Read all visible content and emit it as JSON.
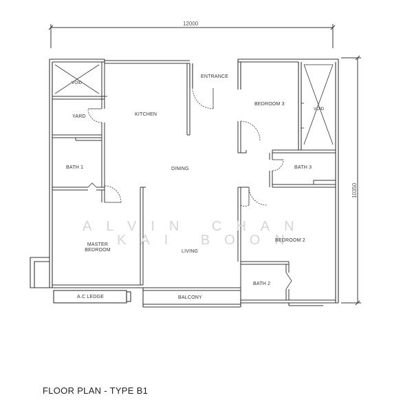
{
  "dimensions": {
    "width": "12000",
    "height": "10350"
  },
  "rooms": {
    "void_left": "VOID",
    "yard": "YARD",
    "kitchen": "KITCHEN",
    "entrance": "ENTRANCE",
    "bedroom3": "BEDROOM 3",
    "void_right": "VOID",
    "bath1": "BATH 1",
    "dining": "DINING",
    "bath3": "BATH 3",
    "master_line1": "MASTER",
    "master_line2": "BEDROOM",
    "living": "LIVING",
    "bedroom2": "BEDROOM 2",
    "bath2": "BATH 2",
    "ac_ledge": "A.C LEDGE",
    "balcony": "BALCONY"
  },
  "watermark": {
    "line1": "ALVIN CHAN",
    "line2": "KAI BOON"
  },
  "title": "FLOOR PLAN - TYPE B1"
}
